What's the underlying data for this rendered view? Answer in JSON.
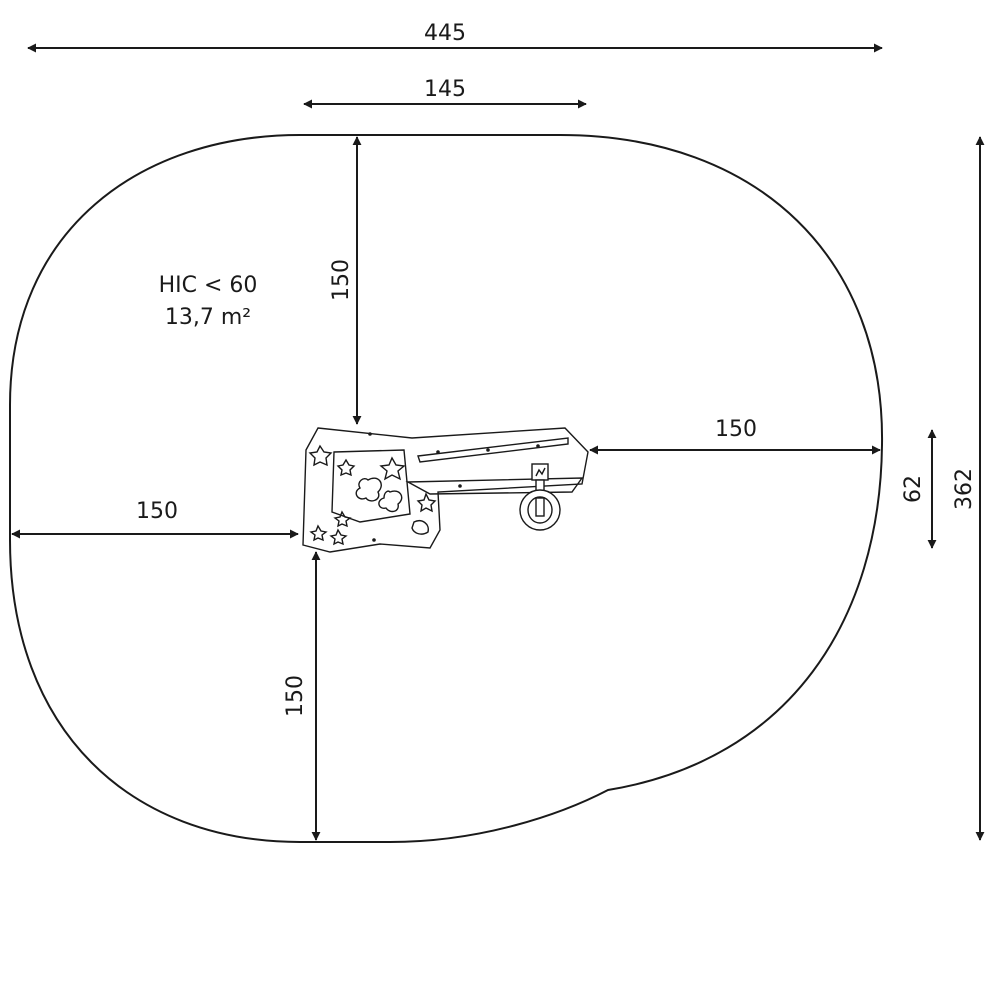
{
  "safety_zone": {
    "hic": "HIC < 60",
    "area": "13,7 m²"
  },
  "dimensions": {
    "total_width": "445",
    "equipment_width": "145",
    "top_clearance": "150",
    "right_clearance": "150",
    "left_clearance": "150",
    "bottom_clearance": "150",
    "equipment_depth": "62",
    "total_depth": "362"
  }
}
